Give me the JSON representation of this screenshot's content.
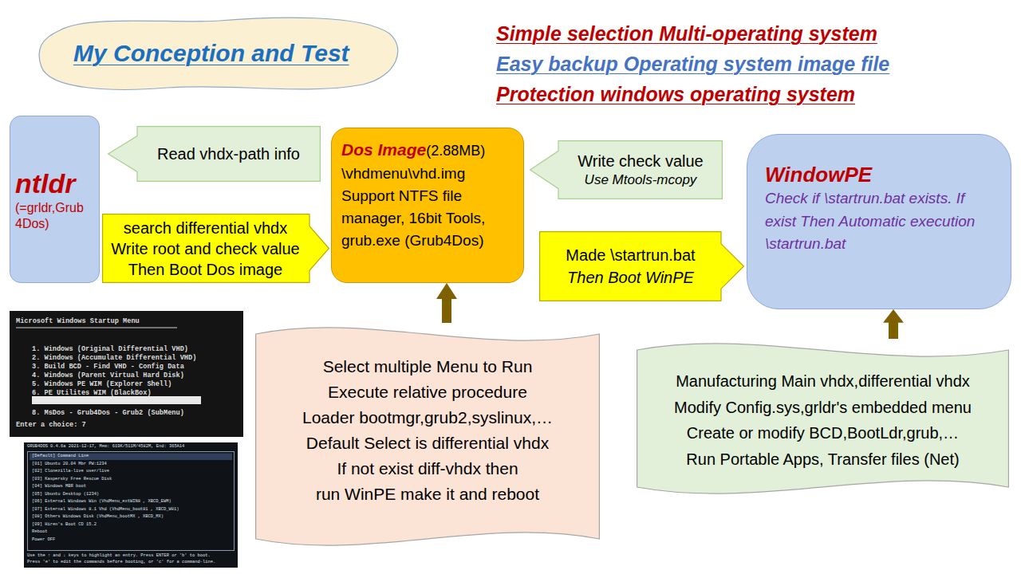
{
  "diagram": {
    "title": "My Conception and Test",
    "nodes": [
      {
        "text": [
          "ntldr",
          "(=grldr,Grub 4Dos)"
        ]
      },
      {
        "text": [
          "Read vhdx-path info"
        ]
      },
      {
        "text": [
          "search differential vhdx",
          "Write root and check value",
          "Then Boot Dos image"
        ]
      },
      {
        "text": [
          "Dos Image",
          "(2.88MB)",
          "\\vhdmenu\\vhd.img Support NTFS file manager, 16bit Tools, grub.exe (Grub4Dos)"
        ]
      },
      {
        "text": [
          "Write check value",
          "Use Mtools-mcopy"
        ]
      },
      {
        "text": [
          "Made \\startrun.bat",
          "Then Boot WinPE"
        ]
      },
      {
        "text": [
          "WindowPE",
          "Check if \\startrun.bat exists. If exist Then Automatic execution \\startrun.bat"
        ]
      },
      {
        "text": [
          "Select multiple Menu to Run",
          "Execute relative procedure",
          "Loader bootmgr,grub2,syslinux,…",
          "Default Select is differential vhdx",
          "If not exist diff-vhdx then",
          "run WinPE make it and reboot"
        ]
      },
      {
        "text": [
          "Manufacturing Main vhdx,differential vhdx",
          "Modify Config.sys,grldr's embedded menu",
          "Create or modify BCD,BootLdr,grub,…",
          "Run Portable Apps, Transfer files (Net)"
        ]
      }
    ],
    "edges": [
      {
        "from": 7,
        "to": 3,
        "arrow": "to"
      },
      {
        "from": 8,
        "to": 6,
        "arrow": "to"
      }
    ],
    "labels": [
      "Simple selection Multi-operating system",
      "Easy backup Operating system image file",
      "Protection windows operating system",
      "Microsoft Windows Startup Menu",
      "1. Windows (Original Differential VHD)",
      "2. Windows (Accumulate Differential VHD)",
      "3. Build BCD - Find VHD - Config Data",
      "4. Windows (Parent Virtual Hard Disk)",
      "5. Windows PE WIM (Explorer Shell)",
      "6. PE Utilites WIM (BlackBox)",
      "8. MsDos - Grub4Dos - Grub2 (SubMenu)",
      "Enter a choice: 7",
      "GRUB4DOS 0.4.6a 2021-12-17, Mem: 619K/511M/4582M, End: 365A14",
      "[Default] Command Line",
      "[01] Ubuntu 20.04 Mbr PW:1234",
      "[02] Clonezilla-live user/live",
      "[03] Kaspersky Free Rescue Disk",
      "[04] Windows MBR boot",
      "[05] Ubuntu Desktop (1234)",
      "[06] External Windows Win (VhdMenu_extWIN8 , XBCD_EWM)",
      "[07] External Windows 8.1 Vhd (VhdMenu_boot81 , XBCD_W81)",
      "[08] Others Windows Disk (VhdMenu_bootMX , XBCD_MX)",
      "[09] Hiren's Boot CD 15.2",
      "Reboot",
      "Power OFF",
      "Use the ↑ and ↓ keys to highlight an entry. Press ENTER or 'b' to boot.",
      "Press 'e' to edit the commands before booting, or 'c' for a command-line."
    ]
  }
}
